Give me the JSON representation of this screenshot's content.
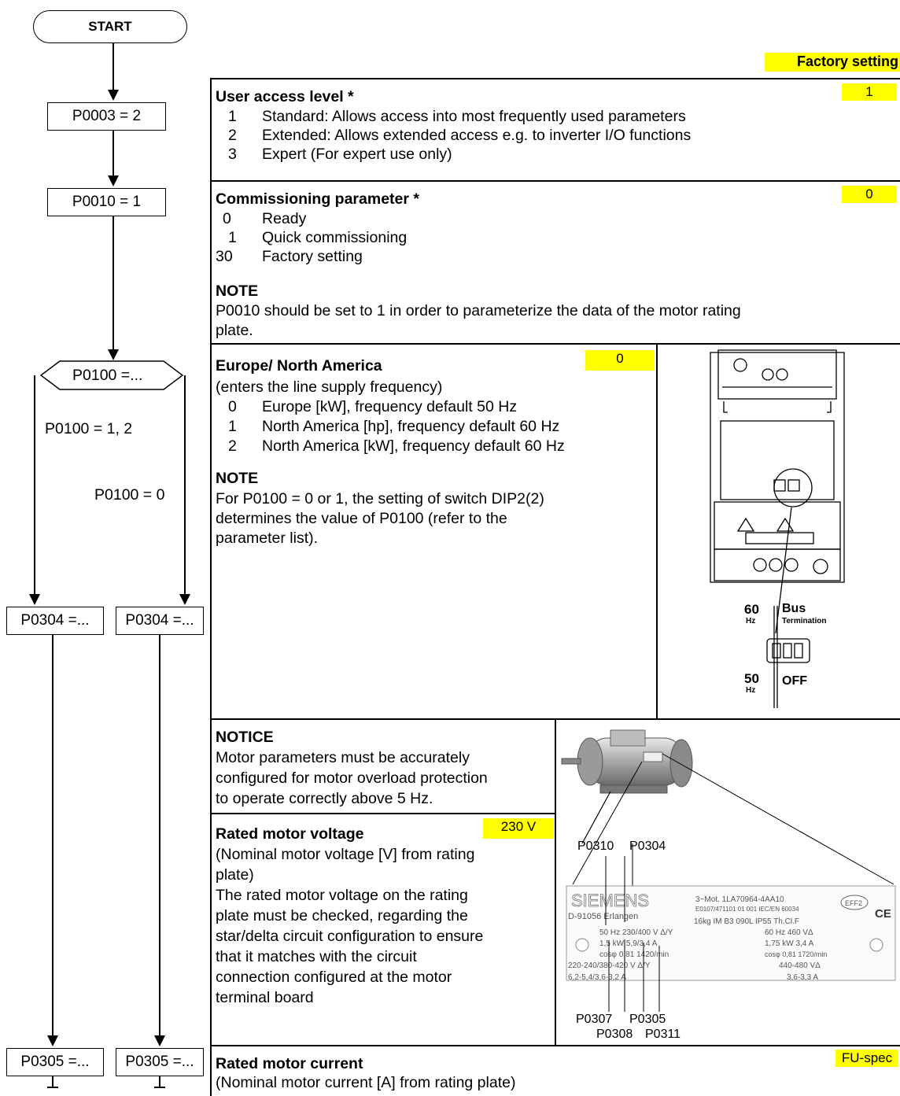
{
  "flow": {
    "start": "START",
    "p0003": "P0003 = 2",
    "p0010": "P0010 = 1",
    "p0100": "P0100 =...",
    "branch_12": "P0100 = 1, 2",
    "branch_0": "P0100 = 0",
    "p0304_left": "P0304 =...",
    "p0304_right": "P0304 =...",
    "p0305_left": "P0305 =...",
    "p0305_right": "P0305 =..."
  },
  "factory_setting_header": "Factory setting",
  "sections": {
    "access": {
      "title": "User access level *",
      "default": "1",
      "options": [
        {
          "num": "1",
          "text": "Standard: Allows access into most frequently used parameters"
        },
        {
          "num": "2",
          "text": "Extended: Allows extended access e.g. to inverter I/O functions"
        },
        {
          "num": "3",
          "text": "Expert (For expert use only)"
        }
      ]
    },
    "commissioning": {
      "title": "Commissioning parameter *",
      "default": "0",
      "options": [
        {
          "num": "0",
          "text": "Ready"
        },
        {
          "num": "1",
          "text": "Quick commissioning"
        },
        {
          "num": "30",
          "text": "Factory setting"
        }
      ],
      "note_title": "NOTE",
      "note_line1": "P0010 should be set to 1 in order to parameterize the data of the motor rating",
      "note_line2": "plate."
    },
    "region": {
      "title": "Europe/ North America",
      "default": "0",
      "subtitle": "(enters the line supply frequency)",
      "options": [
        {
          "num": "0",
          "text": "Europe [kW], frequency default 50 Hz"
        },
        {
          "num": "1",
          "text": "North America [hp], frequency default 60 Hz"
        },
        {
          "num": "2",
          "text": "North America [kW], frequency default 60 Hz"
        }
      ],
      "note_title": "NOTE",
      "note_lines": [
        "For P0100 = 0 or 1, the setting of switch DIP2(2)",
        "determines the value of P0100 (refer to the",
        "parameter list)."
      ],
      "switch": {
        "top_left": "60",
        "top_left_unit": "Hz",
        "top_right": "Bus",
        "top_right_sub": "Termination",
        "bottom_left": "50",
        "bottom_left_unit": "Hz",
        "bottom_right": "OFF"
      }
    },
    "notice": {
      "title": "NOTICE",
      "lines": [
        "Motor parameters must be accurately",
        "configured for motor overload protection",
        "to operate correctly above 5 Hz."
      ]
    },
    "voltage": {
      "title": "Rated motor voltage",
      "default": "230 V",
      "lines": [
        "(Nominal motor voltage [V] from rating",
        "plate)",
        "The rated motor voltage on the rating",
        "plate must be checked, regarding the",
        "star/delta circuit configuration to ensure",
        "that it matches with the circuit",
        "connection configured at the motor",
        "terminal board"
      ]
    },
    "current": {
      "title": "Rated motor current",
      "default": "FU-spec",
      "subtitle": "(Nominal motor current [A] from rating plate)"
    }
  },
  "rating_plate": {
    "labels_top": [
      "P0310",
      "P0304"
    ],
    "labels_bottom_1": [
      "P0307",
      "P0305"
    ],
    "labels_bottom_2": [
      "P0308",
      "P0311"
    ],
    "brand": "SIEMENS",
    "location": "D-91056 Erlangen",
    "line1_a": "3~Mot.  1LA70964-4AA10",
    "line1_b": "E0107/471101 01 001 IEC/EN 60034",
    "line2": "16kg  IM B3  090L  IP55  Th.Cl.F",
    "col1": [
      "50 Hz 230/400 V Δ/Y",
      "1,5 kW 5,9/3,4 A",
      "cosφ 0,81  1420/min",
      "220-240/380-420 V Δ/Y",
      "6,2-5,4/3,6-3,2 A"
    ],
    "col2": [
      "60 Hz  460 VΔ",
      "1,75 kW  3,4 A",
      "cosφ 0,81  1720/min",
      "440-480 VΔ",
      "3,6-3,3 A"
    ],
    "eff": "EFF2",
    "ce": "CE"
  }
}
